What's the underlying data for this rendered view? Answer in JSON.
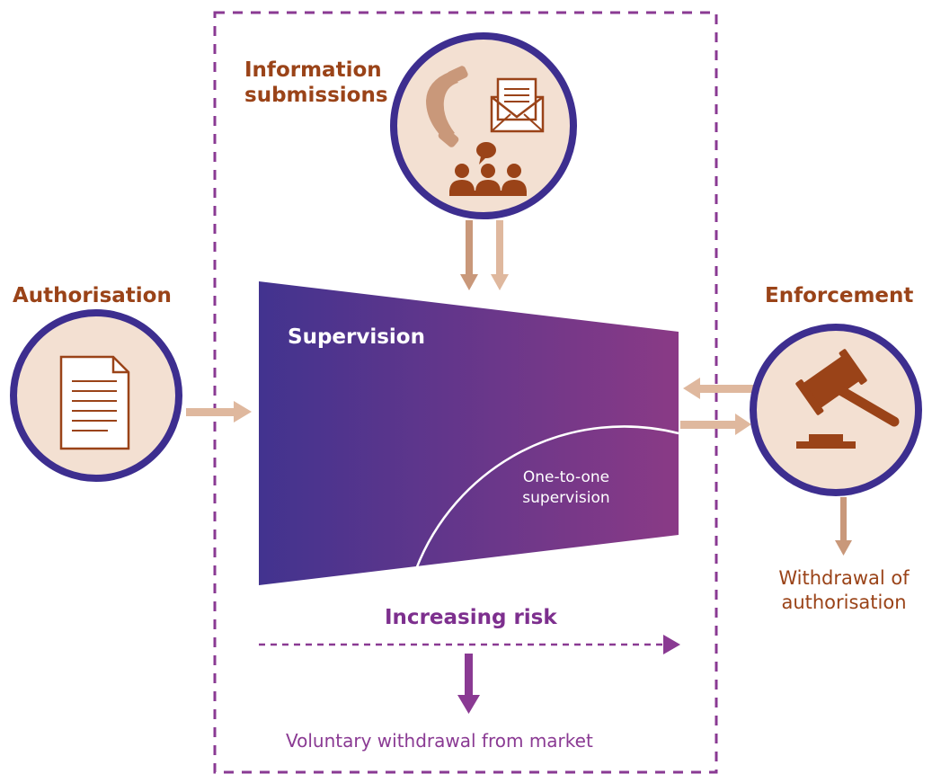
{
  "labels": {
    "information_submissions": "Information submissions",
    "authorisation": "Authorisation",
    "enforcement": "Enforcement",
    "supervision": "Supervision",
    "one_to_one_supervision": "One-to-one supervision",
    "increasing_risk": "Increasing risk",
    "voluntary_withdrawal": "Voluntary withdrawal from market",
    "withdrawal_of_authorisation": "Withdrawal of authorisation"
  },
  "colors": {
    "brown_text": "#9a4318",
    "circle_ring": "#3d2e8f",
    "circle_fill": "#f3e0d2",
    "arrow_light": "#dfb89e",
    "arrow_dark": "#c9987a",
    "purple": "#8a3a93",
    "gradient_start": "#42338f",
    "gradient_end": "#8a3a86"
  },
  "icons": {
    "info": [
      "telephone-icon",
      "envelope-icon",
      "meeting-icon"
    ],
    "authorisation": "document-icon",
    "enforcement": "gavel-icon"
  }
}
